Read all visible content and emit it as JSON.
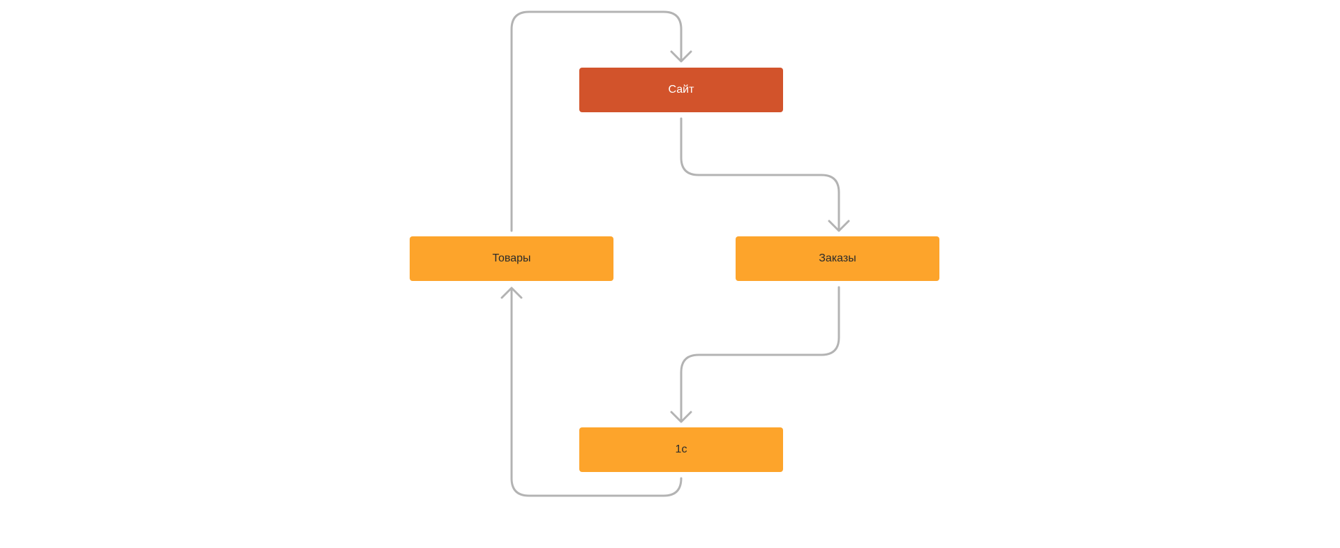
{
  "colors": {
    "primary_node": "#D2532B",
    "primary_text": "#FFFFFF",
    "secondary_node": "#FDA42B",
    "secondary_text": "#2B2B2B",
    "connector": "#B3B3B3",
    "background": "#FFFFFF"
  },
  "nodes": {
    "site": {
      "label": "Сайт",
      "style": "primary"
    },
    "goods": {
      "label": "Товары",
      "style": "secondary"
    },
    "orders": {
      "label": "Заказы",
      "style": "secondary"
    },
    "onec": {
      "label": "1с",
      "style": "secondary"
    }
  },
  "edges": [
    {
      "from": "goods",
      "to": "site"
    },
    {
      "from": "site",
      "to": "orders"
    },
    {
      "from": "orders",
      "to": "onec"
    },
    {
      "from": "onec",
      "to": "goods"
    }
  ]
}
